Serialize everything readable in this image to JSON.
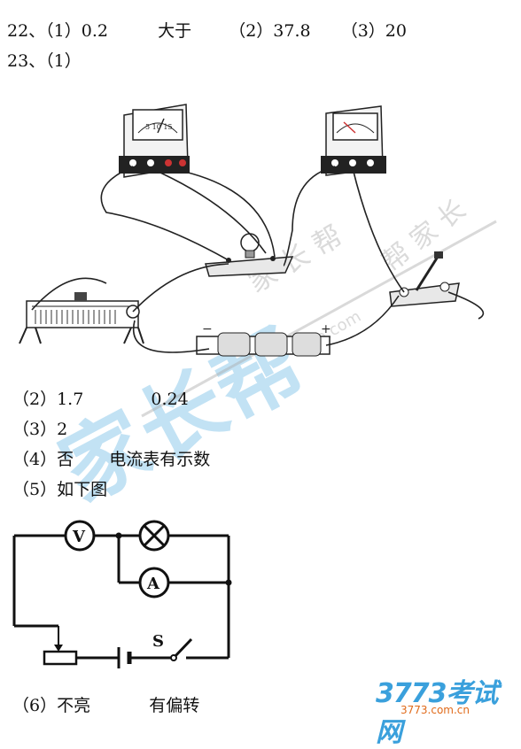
{
  "answers": {
    "q22": {
      "prefix": "22、（1）0.2",
      "a1": "大于",
      "a2": "（2）37.8",
      "a3": "（3）20"
    },
    "q23_heading": "23、（1）",
    "part2": {
      "label": "（2）1.7",
      "second": "0.24"
    },
    "part3": "（3）2",
    "part4": {
      "label": "（4）否",
      "detail": "电流表有示数"
    },
    "part5": "（5）如下图",
    "part6": {
      "label": "（6）不亮",
      "detail": "有偏转"
    }
  },
  "circuit": {
    "voltmeter_symbol": "V",
    "ammeter_symbol": "A",
    "switch_label": "S"
  },
  "watermark": {
    "main": "家长帮",
    "arc_top": "帮 家 长",
    "arc_mid": "家 长 帮",
    "url": "jzb.com"
  },
  "brand": {
    "name": "3773考试网",
    "url": "3773.com.cn"
  }
}
